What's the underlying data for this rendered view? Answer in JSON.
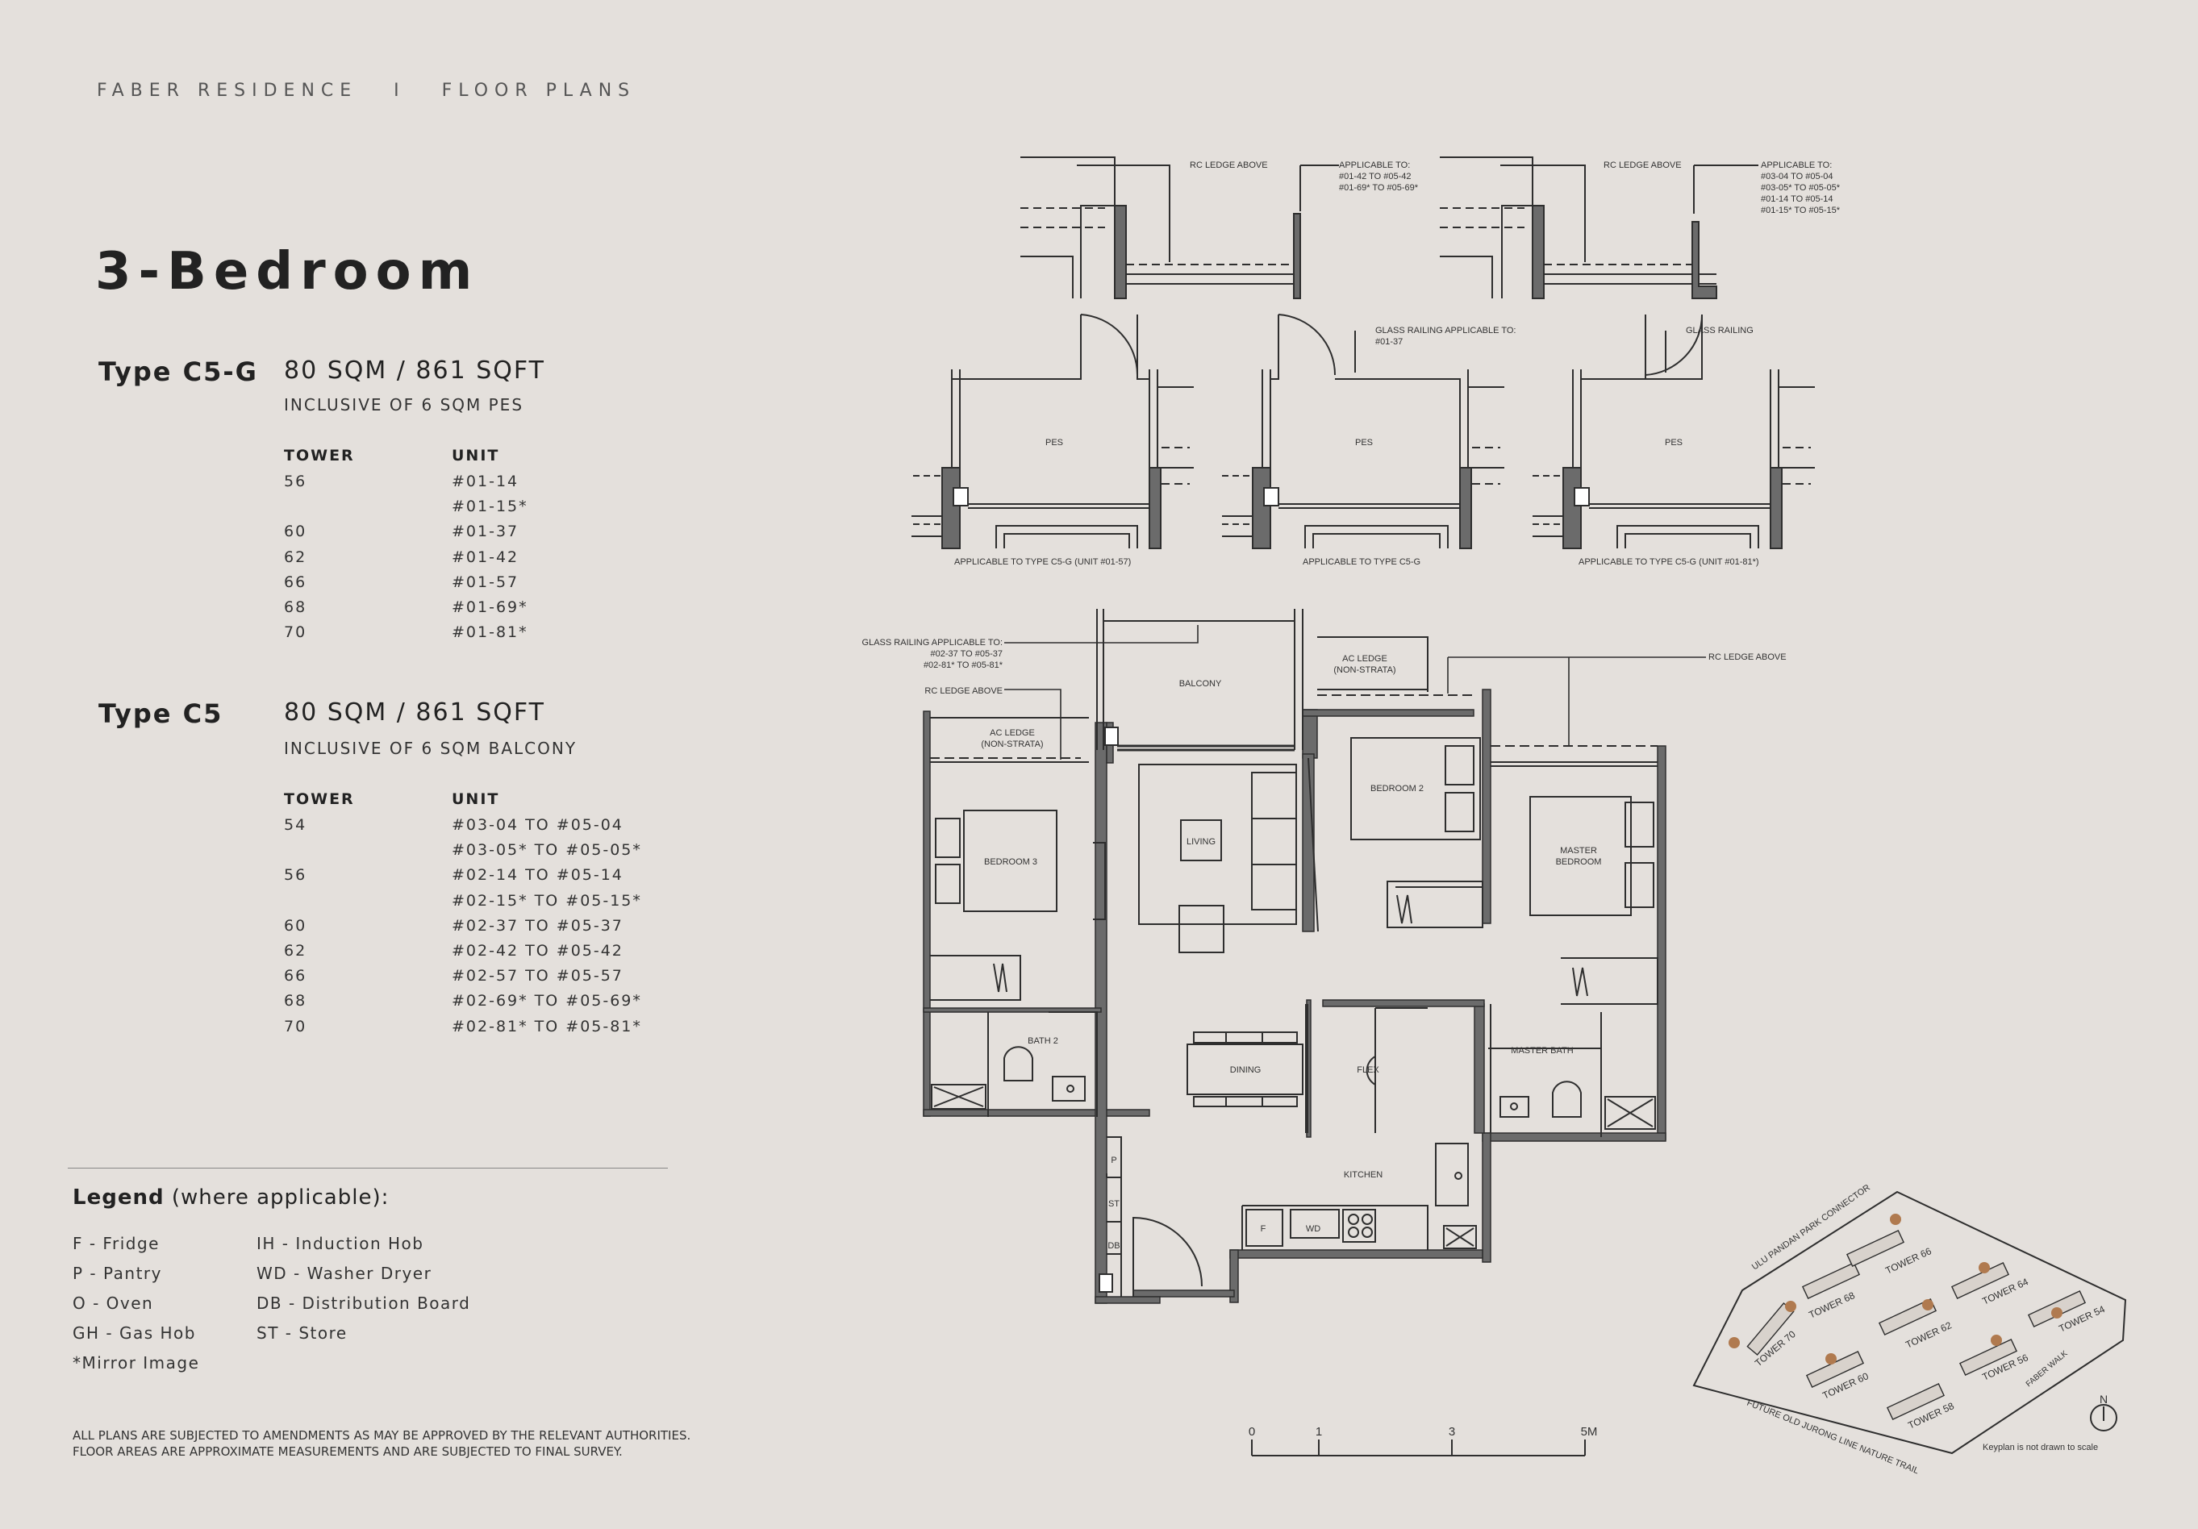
{
  "header": "FABER RESIDENCE   I   FLOOR PLANS",
  "title": "3-Bedroom",
  "types": [
    {
      "name": "Type C5-G",
      "area": "80 SQM / 861 SQFT",
      "inclusive": "INCLUSIVE OF 6 SQM PES",
      "col_tower": "TOWER",
      "col_unit": "UNIT",
      "rows": [
        {
          "tower": "56",
          "unit": "#01-14"
        },
        {
          "tower": "",
          "unit": "#01-15*"
        },
        {
          "tower": "60",
          "unit": "#01-37"
        },
        {
          "tower": "62",
          "unit": "#01-42"
        },
        {
          "tower": "66",
          "unit": "#01-57"
        },
        {
          "tower": "68",
          "unit": "#01-69*"
        },
        {
          "tower": "70",
          "unit": "#01-81*"
        }
      ]
    },
    {
      "name": "Type C5",
      "area": "80 SQM / 861 SQFT",
      "inclusive": "INCLUSIVE OF 6 SQM BALCONY",
      "col_tower": "TOWER",
      "col_unit": "UNIT",
      "rows": [
        {
          "tower": "54",
          "unit": "#03-04 TO #05-04"
        },
        {
          "tower": "",
          "unit": "#03-05* TO #05-05*"
        },
        {
          "tower": "56",
          "unit": "#02-14 TO #05-14"
        },
        {
          "tower": "",
          "unit": "#02-15* TO #05-15*"
        },
        {
          "tower": "60",
          "unit": "#02-37 TO #05-37"
        },
        {
          "tower": "62",
          "unit": "#02-42 TO #05-42"
        },
        {
          "tower": "66",
          "unit": "#02-57 TO #05-57"
        },
        {
          "tower": "68",
          "unit": "#02-69* TO #05-69*"
        },
        {
          "tower": "70",
          "unit": "#02-81* TO #05-81*"
        }
      ]
    }
  ],
  "legend": {
    "title": "Legend",
    "subtitle": " (where applicable):",
    "col1": [
      "F - Fridge",
      "P - Pantry",
      "O - Oven",
      "GH - Gas Hob",
      "*Mirror Image"
    ],
    "col2": [
      "IH - Induction Hob",
      "WD - Washer Dryer",
      "DB - Distribution Board",
      "ST - Store"
    ]
  },
  "disclaimer": {
    "line1": "ALL PLANS ARE SUBJECTED TO AMENDMENTS AS MAY BE APPROVED BY THE RELEVANT AUTHORITIES.",
    "line2": "FLOOR AREAS ARE APPROXIMATE MEASUREMENTS AND ARE SUBJECTED TO FINAL SURVEY."
  },
  "plan": {
    "detail1": {
      "ledge": "RC LEDGE ABOVE",
      "app_title": "APPLICABLE TO:",
      "app1": "#01-42 TO #05-42",
      "app2": "#01-69* TO #05-69*"
    },
    "detail2": {
      "ledge": "RC LEDGE ABOVE",
      "app_title": "APPLICABLE TO:",
      "app1": "#03-04 TO #05-04",
      "app2": "#03-05* TO #05-05*",
      "app3": "#01-14 TO #05-14",
      "app4": "#01-15* TO #05-15*"
    },
    "pes1": {
      "room": "PES",
      "caption": "APPLICABLE TO TYPE C5-G (UNIT #01-57)"
    },
    "pes2": {
      "room": "PES",
      "caption": "APPLICABLE TO TYPE C5-G",
      "note1": "GLASS RAILING APPLICABLE TO:",
      "note2": "#01-37"
    },
    "pes3": {
      "room": "PES",
      "caption": "APPLICABLE TO TYPE C5-G  (UNIT #01-81*)",
      "note": "GLASS RAILING"
    },
    "notes": {
      "glass1": "GLASS RAILING APPLICABLE TO:",
      "glass2": "#02-37 TO #05-37",
      "glass3": "#02-81* TO #05-81*",
      "ledge_left": "RC LEDGE ABOVE",
      "ledge_right": "RC LEDGE ABOVE"
    },
    "rooms": {
      "balcony": "BALCONY",
      "ac_left_1": "AC LEDGE",
      "ac_left_2": "(NON-STRATA)",
      "ac_right_1": "AC LEDGE",
      "ac_right_2": "(NON-STRATA)",
      "bedroom3": "BEDROOM 3",
      "living": "LIVING",
      "bedroom2": "BEDROOM 2",
      "master1": "MASTER",
      "master2": "BEDROOM",
      "bath2": "BATH 2",
      "dining": "DINING",
      "flex": "FLEX",
      "master_bath": "MASTER BATH",
      "kitchen": "KITCHEN",
      "p": "P",
      "st": "ST",
      "db": "DB",
      "f": "F",
      "wd": "WD"
    },
    "scale": {
      "t0": "0",
      "t1": "1",
      "t3": "3",
      "t5": "5M"
    },
    "keyplan": {
      "connector": "ULU PANDAN PARK CONNECTOR",
      "trail": "FUTURE OLD JURONG LINE NATURE TRAIL",
      "walk": "FABER WALK",
      "note": "Keyplan is not drawn to scale",
      "north": "N",
      "towers": [
        "TOWER 70",
        "TOWER 68",
        "TOWER 66",
        "TOWER 64",
        "TOWER 62",
        "TOWER 60",
        "TOWER 58",
        "TOWER 56",
        "TOWER 54"
      ]
    }
  }
}
